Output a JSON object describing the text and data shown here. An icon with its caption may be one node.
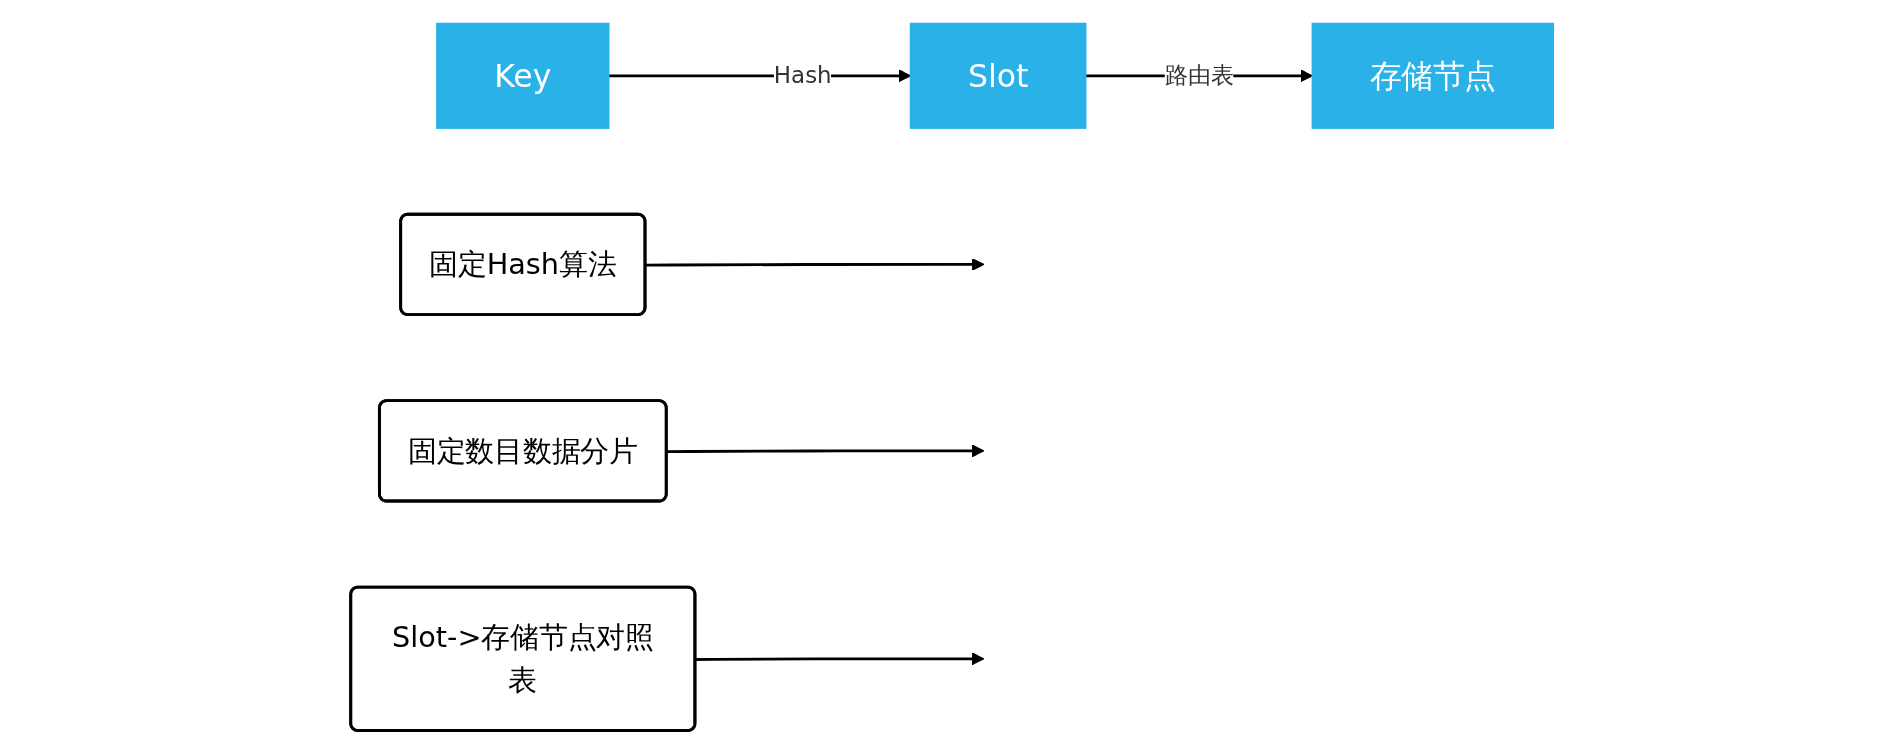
{
  "diagram": {
    "nodes": [
      {
        "text": [
          "Key"
        ]
      },
      {
        "text": [
          "Slot"
        ]
      },
      {
        "text": [
          "存储节点"
        ]
      },
      {
        "text": [
          "固定Hash算法"
        ]
      },
      {
        "text": [
          "固定数目数据分片"
        ]
      },
      {
        "text": [
          "Slot->存储节点对照表"
        ]
      }
    ],
    "edges": [
      {
        "from": 0,
        "to": 1,
        "arrow": "to",
        "label": "Hash"
      },
      {
        "from": 1,
        "to": 2,
        "arrow": "to",
        "label": "路由表"
      },
      {
        "from": 3,
        "to": null,
        "arrow": "to"
      },
      {
        "from": 4,
        "to": null,
        "arrow": "to"
      },
      {
        "from": 5,
        "to": null,
        "arrow": "to"
      }
    ]
  }
}
